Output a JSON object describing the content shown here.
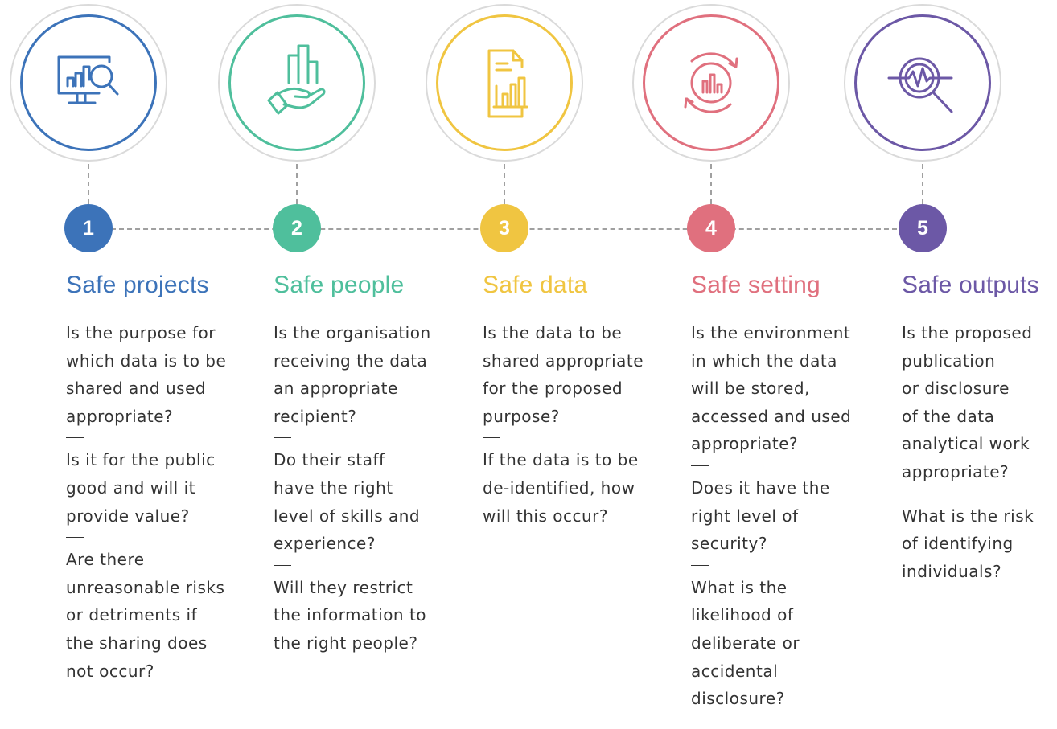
{
  "colors": {
    "connector": "#a0a0a0",
    "outer_ring": "#dadada",
    "text": "#333333"
  },
  "steps": [
    {
      "number": "1",
      "title": "Safe projects",
      "color": "#3c73b9",
      "icon": "monitor-chart-magnifier-icon",
      "questions": [
        [
          "Is the purpose for",
          "which data is to be",
          "shared and used",
          "appropriate?"
        ],
        [
          "Is it for the public",
          "good and will it",
          "provide value?"
        ],
        [
          "Are there",
          "unreasonable risks",
          "or detriments if",
          "the sharing does",
          "not occur?"
        ]
      ]
    },
    {
      "number": "2",
      "title": "Safe people",
      "color": "#4fbf9c",
      "icon": "hand-holding-chart-icon",
      "questions": [
        [
          "Is the organisation",
          "receiving the data",
          "an appropriate",
          "recipient?"
        ],
        [
          "Do their staff",
          "have the right",
          "level of skills and",
          "experience?"
        ],
        [
          "Will they restrict",
          "the information to",
          "the right people?"
        ]
      ]
    },
    {
      "number": "3",
      "title": "Safe data",
      "color": "#f0c541",
      "icon": "document-chart-icon",
      "questions": [
        [
          "Is the data to be",
          "shared appropriate",
          "for the proposed",
          "purpose?"
        ],
        [
          "If the data is to be",
          "de-identified, how",
          "will this occur?"
        ]
      ]
    },
    {
      "number": "4",
      "title": "Safe setting",
      "color": "#e0707e",
      "icon": "cycle-chart-icon",
      "questions": [
        [
          "Is the environment",
          "in which the data",
          "will be stored,",
          "accessed and used",
          "appropriate?"
        ],
        [
          "Does it have the",
          "right level of",
          "security?"
        ],
        [
          "What is the",
          "likelihood of",
          "deliberate or",
          "accidental",
          "disclosure?"
        ]
      ]
    },
    {
      "number": "5",
      "title": "Safe outputs",
      "color": "#6c58a6",
      "icon": "magnifier-pulse-icon",
      "questions": [
        [
          "Is the proposed",
          "publication",
          "or disclosure",
          "of the data",
          "analytical work",
          "appropriate?"
        ],
        [
          "What is the risk",
          "of identifying",
          "individuals?"
        ]
      ]
    }
  ]
}
